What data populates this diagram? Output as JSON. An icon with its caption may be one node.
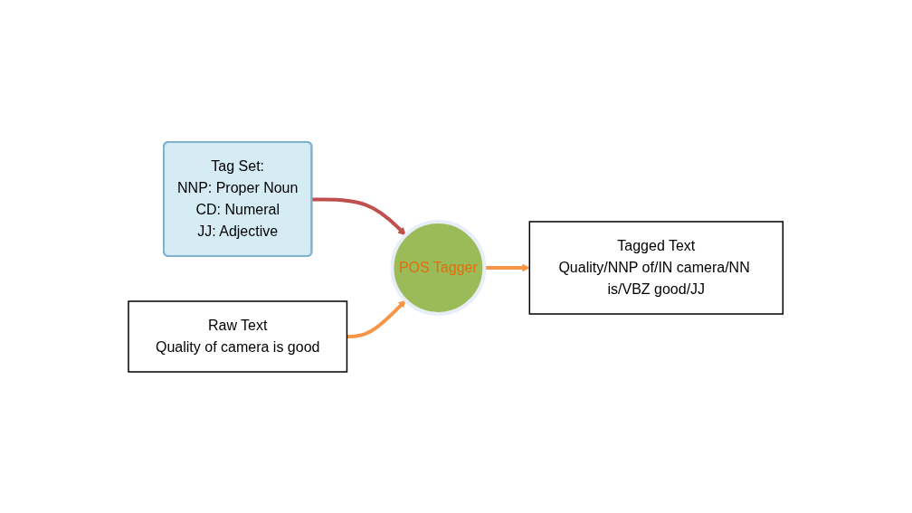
{
  "diagram": {
    "nodes": [
      {
        "text": [
          "Tag Set:",
          "NNP: Proper Noun",
          "CD: Numeral",
          "JJ: Adjective"
        ]
      },
      {
        "text": [
          "POS Tagger"
        ]
      },
      {
        "text": [
          "Raw Text",
          "Quality of camera is good"
        ]
      },
      {
        "text": [
          "Tagged Text",
          "Quality/NNP of/IN camera/NN is/VBZ good/JJ"
        ]
      }
    ],
    "edges": [
      {
        "from": 0,
        "to": 1,
        "arrow": "to",
        "color": "#c0504d"
      },
      {
        "from": 2,
        "to": 1,
        "arrow": "to"
      },
      {
        "from": 1,
        "to": 3,
        "arrow": "to"
      }
    ]
  }
}
